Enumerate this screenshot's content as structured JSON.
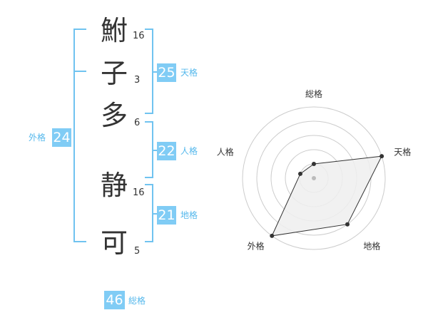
{
  "name": {
    "surname": [
      {
        "char": "鮒",
        "strokes": "16"
      },
      {
        "char": "子",
        "strokes": "3"
      },
      {
        "char": "多",
        "strokes": "6"
      }
    ],
    "given": [
      {
        "char": "静",
        "strokes": "16"
      },
      {
        "char": "可",
        "strokes": "5"
      }
    ]
  },
  "fortune": {
    "tenkaku": {
      "value": "25",
      "label": "天格"
    },
    "jinkaku": {
      "value": "22",
      "label": "人格"
    },
    "chikaku": {
      "value": "21",
      "label": "地格"
    },
    "gaikaku": {
      "value": "24",
      "label": "外格"
    },
    "soukaku": {
      "value": "46",
      "label": "総格"
    }
  },
  "chart_data": {
    "type": "radar",
    "axes": [
      "総格",
      "天格",
      "地格",
      "外格",
      "人格"
    ],
    "values": [
      1,
      5,
      4,
      5,
      1
    ],
    "rmax": 5,
    "rings": 5,
    "grid": true,
    "colors": {
      "fill": "#eeeeee",
      "line": "#333333",
      "grid": "#cccccc",
      "accent": "#80ccf5"
    }
  }
}
